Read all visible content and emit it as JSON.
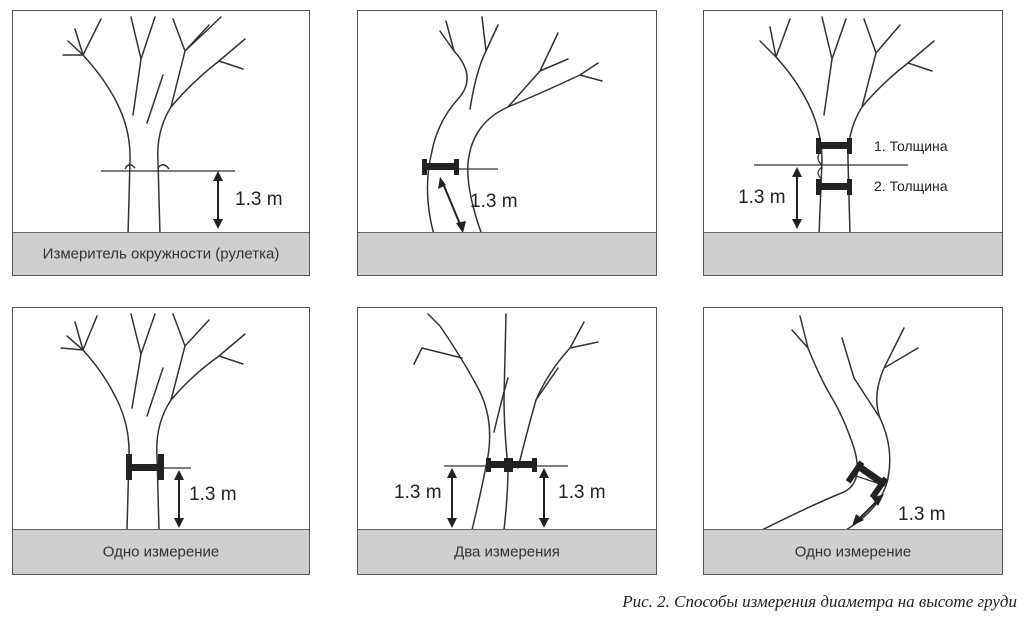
{
  "panels": [
    {
      "measure_label": "1.3 m",
      "ground_label": "Измеритель окружности (рулетка)"
    },
    {
      "measure_label": "1.3 m",
      "ground_label": ""
    },
    {
      "measure_label": "1.3 m",
      "ground_label": "",
      "thickness_1": "1. Толщина",
      "thickness_2": "2. Толщина"
    },
    {
      "measure_label": "1.3 m",
      "ground_label": "Одно измерение"
    },
    {
      "measure_label_left": "1.3 m",
      "measure_label_right": "1.3 m",
      "ground_label": "Два измерения"
    },
    {
      "measure_label": "1.3 m",
      "ground_label": "Одно измерение"
    }
  ],
  "caption": "Рис. 2. Способы измерения диаметра на высоте груди"
}
